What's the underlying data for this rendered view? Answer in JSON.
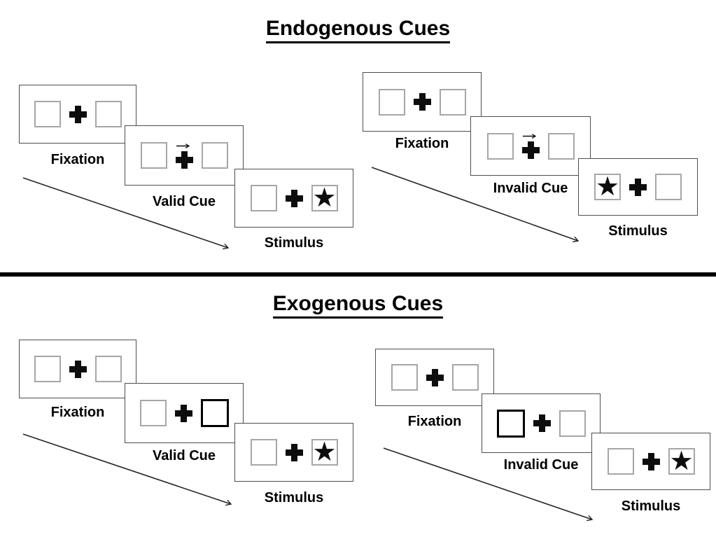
{
  "diagram": "posner-cueing-paradigm",
  "glyphs": {
    "star": "★"
  },
  "colors": {
    "background": "#ffffff",
    "panel_border": "#4d4d4d",
    "placeholder_box_border": "#a6a6a6",
    "cue_box_border": "#000000",
    "ink": "#000000"
  },
  "sections": [
    {
      "title": "Endogenous Cues",
      "sequences": [
        {
          "name": "valid",
          "cue_type": "central-arrow",
          "cue_direction": "right",
          "stimulus_side": "right",
          "steps": [
            {
              "panel": "fixation",
              "label": "Fixation"
            },
            {
              "panel": "arrow-cue",
              "label": "Valid Cue"
            },
            {
              "panel": "stimulus",
              "label": "Stimulus"
            }
          ]
        },
        {
          "name": "invalid",
          "cue_type": "central-arrow",
          "cue_direction": "right",
          "stimulus_side": "left",
          "steps": [
            {
              "panel": "fixation",
              "label": "Fixation"
            },
            {
              "panel": "arrow-cue",
              "label": "Invalid Cue"
            },
            {
              "panel": "stimulus",
              "label": "Stimulus"
            }
          ]
        }
      ]
    },
    {
      "title": "Exogenous Cues",
      "sequences": [
        {
          "name": "valid",
          "cue_type": "peripheral-box",
          "cue_side": "right",
          "stimulus_side": "right",
          "steps": [
            {
              "panel": "fixation",
              "label": "Fixation"
            },
            {
              "panel": "box-cue",
              "label": "Valid Cue"
            },
            {
              "panel": "stimulus",
              "label": "Stimulus"
            }
          ]
        },
        {
          "name": "invalid",
          "cue_type": "peripheral-box",
          "cue_side": "left",
          "stimulus_side": "right",
          "steps": [
            {
              "panel": "fixation",
              "label": "Fixation"
            },
            {
              "panel": "box-cue",
              "label": "Invalid Cue"
            },
            {
              "panel": "stimulus",
              "label": "Stimulus"
            }
          ]
        }
      ]
    }
  ]
}
